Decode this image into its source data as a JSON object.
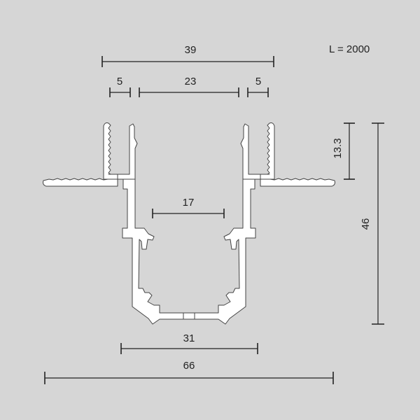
{
  "spec": {
    "length_label": "L = 2000"
  },
  "dimensions": {
    "overall_top_width": "39",
    "left_flange_gap": "5",
    "inner_top_width": "23",
    "right_flange_gap": "5",
    "inner_clip_width": "17",
    "flange_height": "13.3",
    "total_height": "46",
    "bottom_width": "31",
    "overall_width": "66"
  }
}
